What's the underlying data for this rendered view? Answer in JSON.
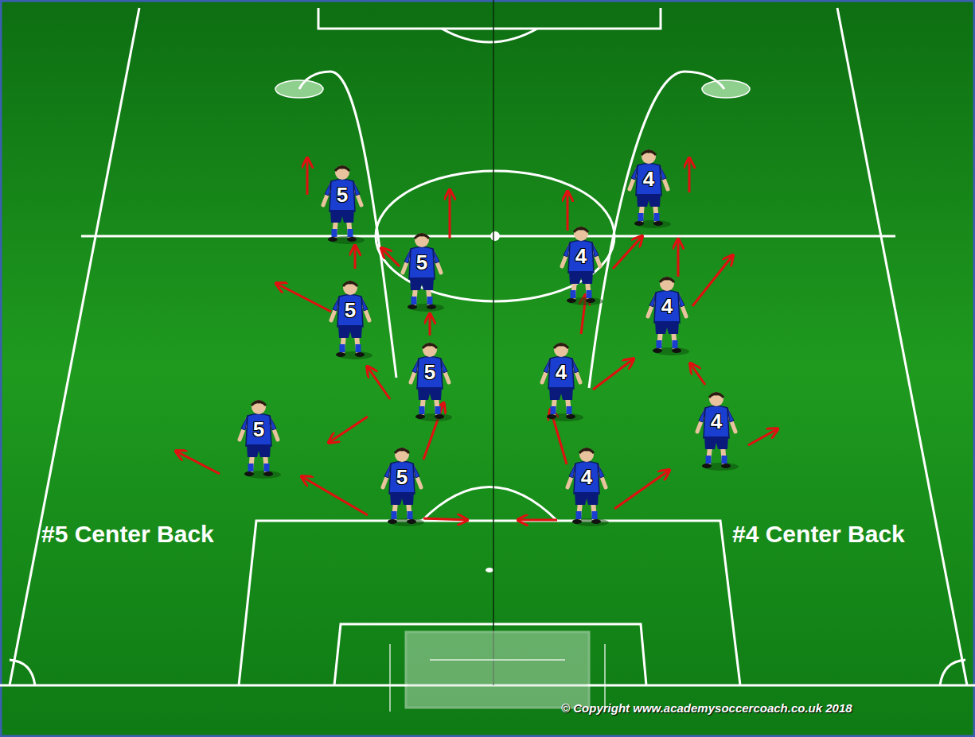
{
  "diagram": {
    "labels": [
      "4",
      "5",
      "4",
      "5",
      "4",
      "5",
      "5",
      "4",
      "4",
      "5",
      "5",
      "4",
      "#5 Center Back",
      "#4 Center Back",
      "© Copyright www.academysoccercoach.co.uk 2018"
    ]
  }
}
